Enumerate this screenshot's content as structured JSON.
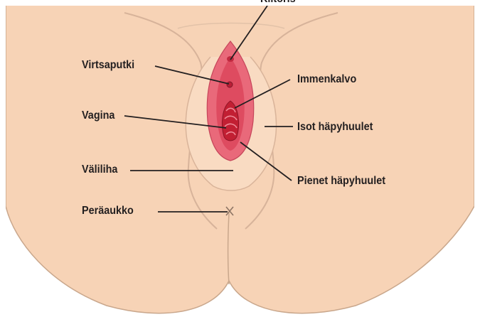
{
  "labels": {
    "clitoris": "Klitoris",
    "urethra": "Virtsaputki",
    "hymen": "Immenkalvo",
    "vagina": "Vagina",
    "labia_majora": "Isot häpyhuulet",
    "perineum": "Väliliha",
    "labia_minora": "Pienet häpyhuulet",
    "anus": "Peräaukko"
  },
  "colors": {
    "skin": "#f7d3b6",
    "outline": "#c9a78c",
    "mucosa_outer": "#e9697a",
    "mucosa_inner": "#d8344a",
    "vagina_dark": "#c21f33",
    "leader": "#231f20",
    "text": "#231f20"
  }
}
